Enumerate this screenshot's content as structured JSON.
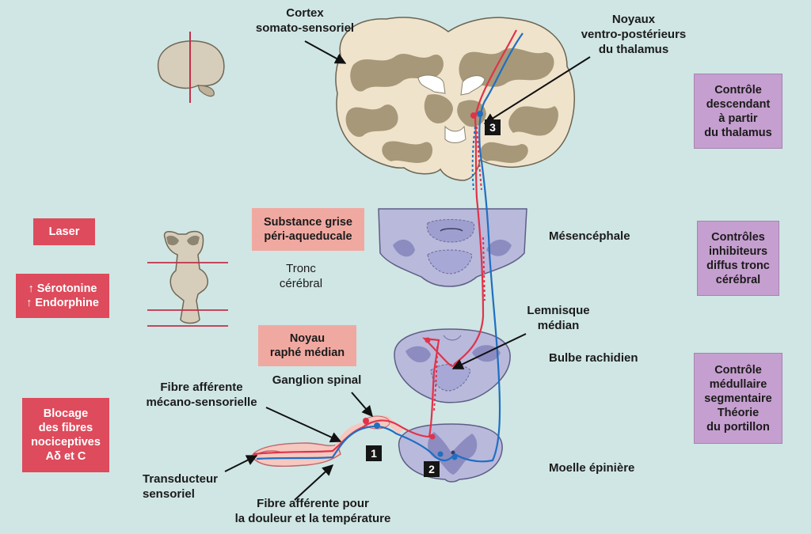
{
  "labels": {
    "cortex": [
      "Cortex",
      "somato-sensoriel"
    ],
    "noyaux": [
      "Noyaux",
      "ventro-postérieurs",
      "du thalamus"
    ],
    "tronc": [
      "Tronc",
      "cérébral"
    ],
    "mesencephale": "Mésencéphale",
    "lemnisque": [
      "Lemnisque",
      "médian"
    ],
    "bulbe": "Bulbe rachidien",
    "ganglion": "Ganglion spinal",
    "fibre_meca": [
      "Fibre afférente",
      "mécano-sensorielle"
    ],
    "transducteur": [
      "Transducteur",
      "sensoriel"
    ],
    "fibre_douleur": [
      "Fibre afférente pour",
      "la douleur et la température"
    ],
    "moelle": "Moelle épinière"
  },
  "pink_boxes": {
    "substance_grise": [
      "Substance grise",
      "péri-aqueducale"
    ],
    "noyau_raphe": [
      "Noyau",
      "raphé médian"
    ]
  },
  "red_boxes": {
    "laser": "Laser",
    "serotonine": [
      "↑ Sérotonine",
      "↑ Endorphine"
    ],
    "blocage": [
      "Blocage",
      "des fibres",
      "nociceptives",
      "Aδ et C"
    ]
  },
  "purple_boxes": {
    "thalamus": [
      "Contrôle",
      "descendant",
      "à partir",
      "du thalamus"
    ],
    "tronc": [
      "Contrôles",
      "inhibiteurs",
      "diffus tronc",
      "cérébral"
    ],
    "medullaire": [
      "Contrôle",
      "médullaire",
      "segmentaire",
      "Théorie",
      "du portillon"
    ]
  },
  "markers": [
    "1",
    "2",
    "3"
  ],
  "colors": {
    "background": "#cfe6e4",
    "cortex_fill": "#efe3cc",
    "cortex_grey": "#a69878",
    "brainstem_fill": "#b9b9dc",
    "brainstem_dark": "#8c8cc0",
    "red_pathway": "#e0334a",
    "blue_pathway": "#1f6fc2",
    "red_box": "#dd4b5c",
    "pink_box": "#f0a9a1",
    "purple_box": "#c59fcf"
  }
}
